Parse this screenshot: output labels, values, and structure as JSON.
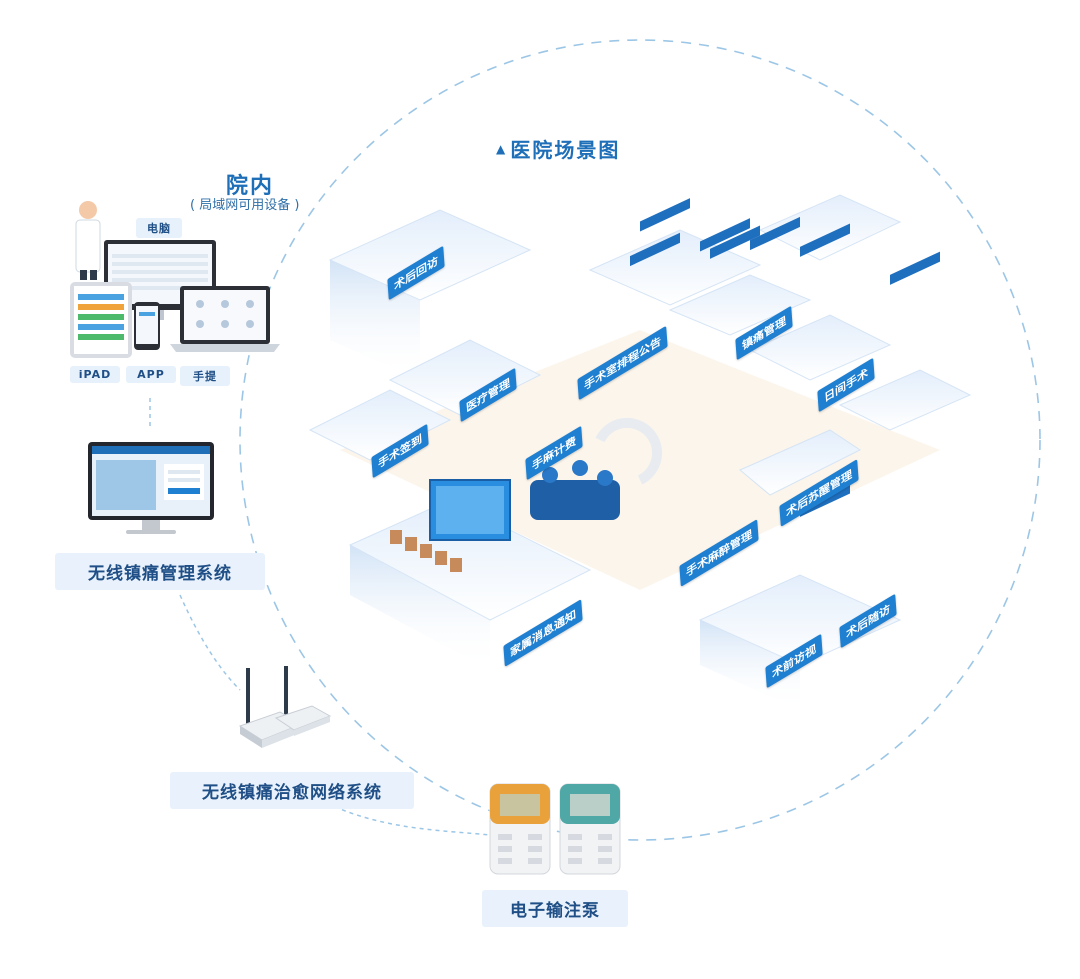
{
  "scene_title": "医院场景图",
  "inhospital": {
    "title": "院内",
    "subtitle": "( 局域网可用设备 )",
    "device_labels": {
      "pc": "电脑",
      "ipad": "iPAD",
      "app": "APP",
      "handheld": "手提"
    }
  },
  "systems": {
    "management": "无线镇痛管理系统",
    "network": "无线镇痛治愈网络系统",
    "pump": "电子输注泵"
  },
  "scene_labels": [
    "术后回访",
    "手术室排程公告",
    "镇痛管理",
    "日间手术",
    "医疗管理",
    "手麻计费",
    "手术签到",
    "术后苏醒管理",
    "手术麻醉管理",
    "家属消息通知",
    "术前访视",
    "术后随访"
  ],
  "colors": {
    "accent": "#1f7fd0",
    "title": "#1e6fb8",
    "tag_bg": "#e6f1fb",
    "dash": "#9cc6e6"
  }
}
